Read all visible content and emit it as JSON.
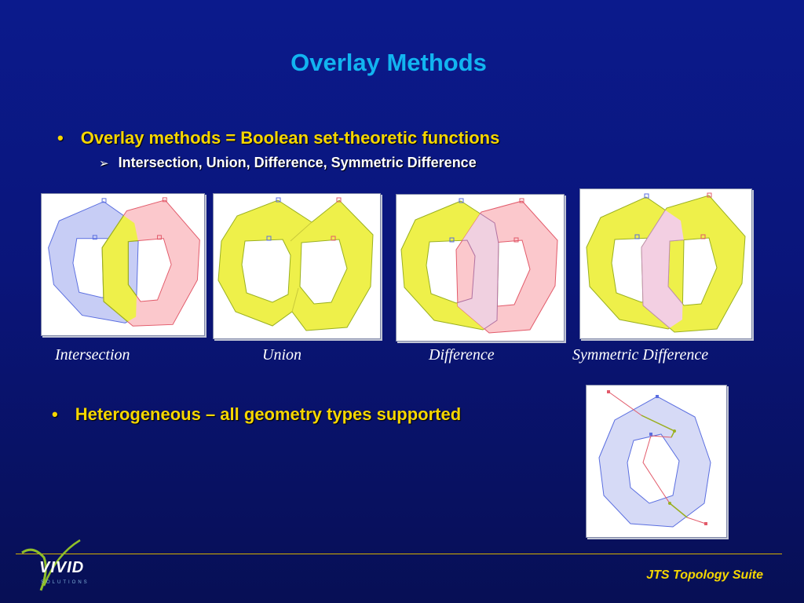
{
  "slide": {
    "title": "Overlay Methods",
    "bullets": [
      {
        "marker": "•",
        "text": "Overlay methods = Boolean set-theoretic functions"
      },
      {
        "marker": "•",
        "text": "Heterogeneous  – all geometry types supported"
      }
    ],
    "sub_bullet": {
      "marker": "➢",
      "text": "Intersection, Union, Difference, Symmetric Difference"
    },
    "captions": [
      "Intersection",
      "Union",
      "Difference",
      "Symmetric Difference"
    ],
    "footer": "JTS Topology Suite",
    "logo": {
      "name": "vivid-solutions-logo",
      "text": "VIVID",
      "subtext": "SOLUTIONS"
    }
  },
  "colors": {
    "background": "#0b1a8c",
    "title": "#12b4f0",
    "bullet": "#f5d600",
    "blue_fill": "#c7cdf5",
    "blue_stroke": "#5a6ee0",
    "pink_fill": "#fbc8cc",
    "pink_stroke": "#e25a6a",
    "yellow_fill": "#eef04a",
    "yellow_stroke": "#9ab020"
  }
}
